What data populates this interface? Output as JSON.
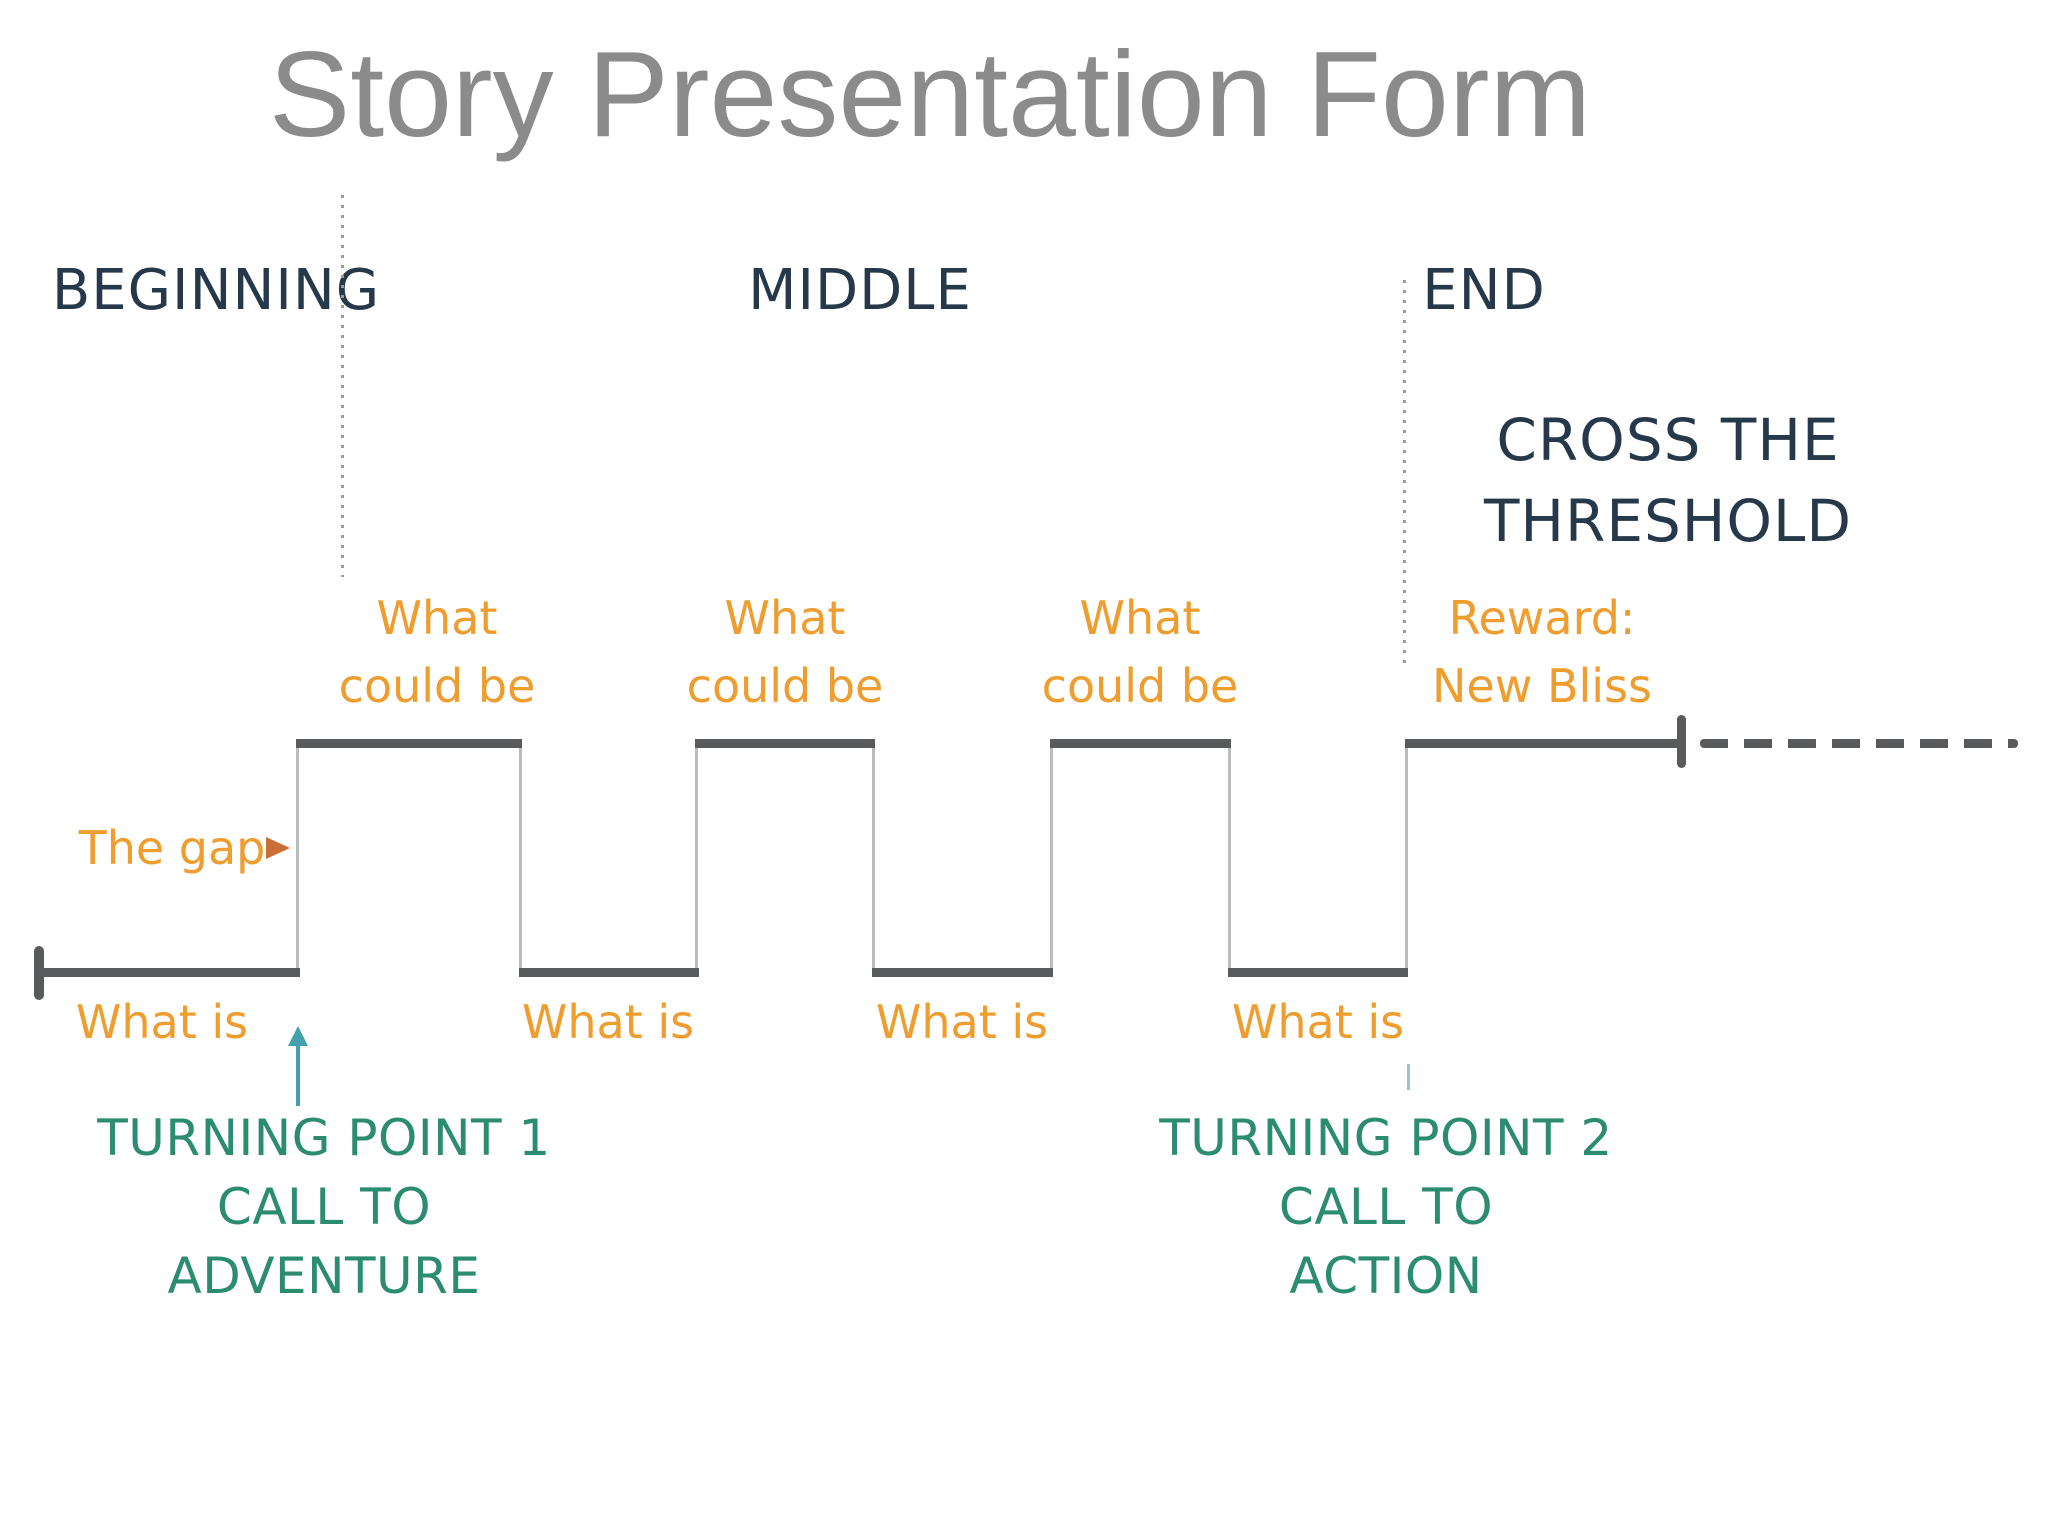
{
  "title": "Story Presentation Form",
  "sections": [
    "BEGINNING",
    "MIDDLE",
    "END"
  ],
  "threshold": [
    "CROSS THE",
    "THRESHOLD"
  ],
  "labels": {
    "gap": "The gap",
    "what_is": "What is",
    "what_could_be": [
      "What",
      "could be"
    ],
    "reward": [
      "Reward:",
      "New Bliss"
    ]
  },
  "turning_points": [
    {
      "title": "TURNING POINT 1",
      "line2": "CALL TO",
      "line3": "ADVENTURE"
    },
    {
      "title": "TURNING POINT 2",
      "line2": "CALL TO",
      "line3": "ACTION"
    }
  ],
  "icons": [
    "gap-right-arrow-icon",
    "turning-point-up-arrow-icon",
    "turning-point-tick-icon"
  ],
  "colors": {
    "title_gray": "#8b8b8b",
    "navy": "#26394a",
    "orange": "#ee9d2e",
    "arrow_orange": "#c96f35",
    "teal_green": "#2b8c70",
    "teal_arrow": "#44a0ad",
    "line_dark": "#595a5c",
    "line_light": "#bcbcbc"
  }
}
